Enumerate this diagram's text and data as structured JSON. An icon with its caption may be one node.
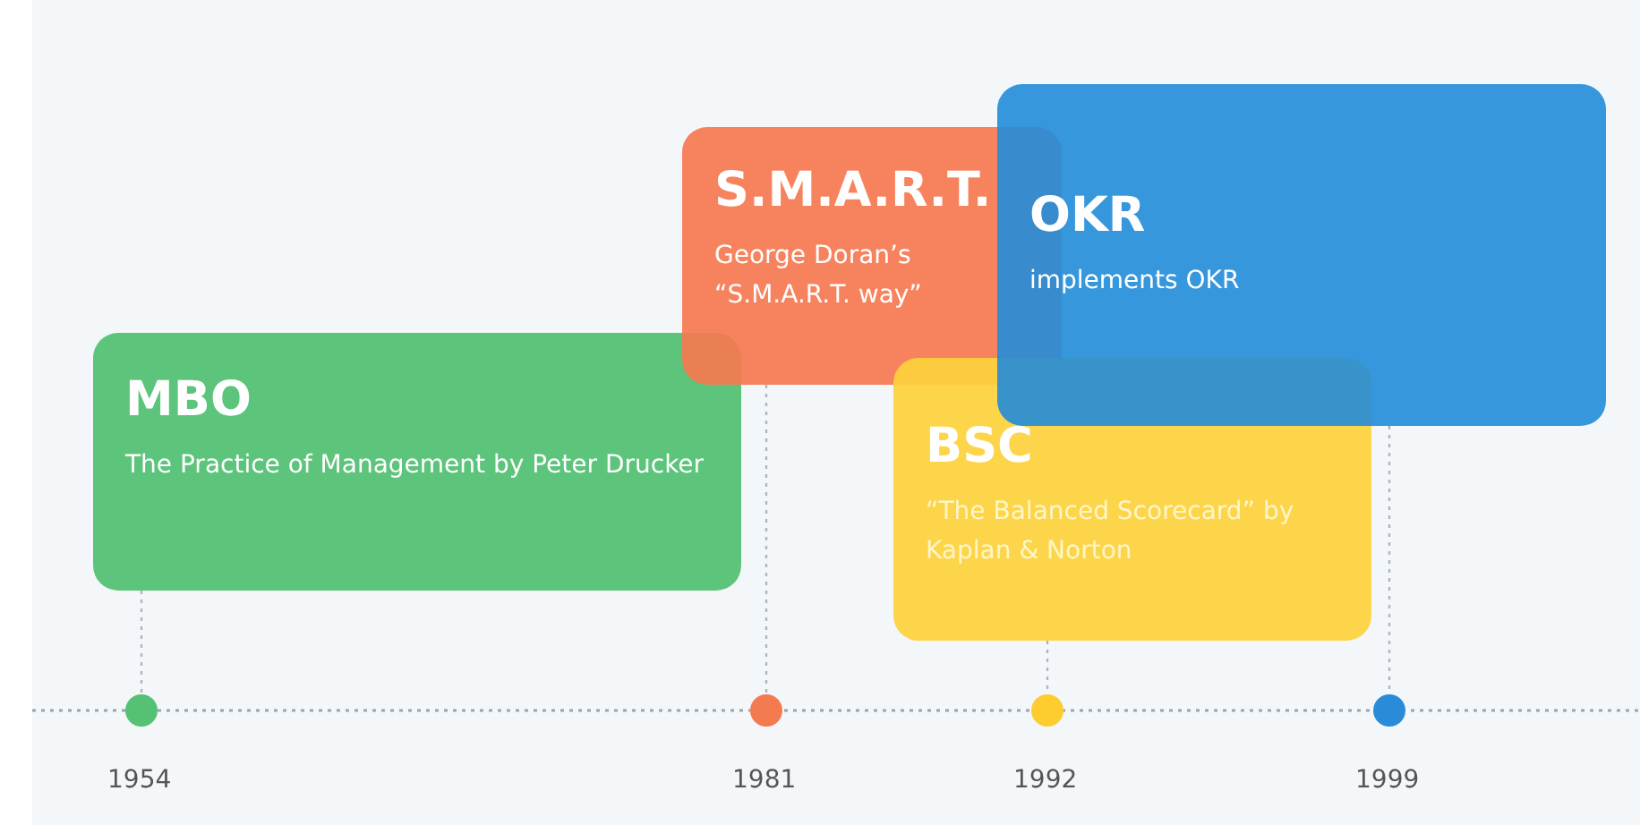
{
  "diagram": {
    "nodes": [
      {
        "text": [
          "MBO",
          "The Practice of Management by Peter Drucker"
        ]
      },
      {
        "text": [
          "S.M.A.R.T.",
          "George Doran’s “S.M.A.R.T. way”"
        ]
      },
      {
        "text": [
          "BSC",
          "“The Balanced Scorecard” by Kaplan & Norton"
        ]
      },
      {
        "text": [
          "OKR",
          "implements OKR"
        ]
      },
      {
        "text": [],
        "shape": "circle",
        "beside": [
          "1954"
        ]
      },
      {
        "text": [],
        "shape": "circle",
        "beside": [
          "1981"
        ]
      },
      {
        "text": [],
        "shape": "circle",
        "beside": [
          "1992"
        ]
      },
      {
        "text": [],
        "shape": "circle",
        "beside": [
          "1999"
        ]
      }
    ],
    "edges": [
      {
        "from": 0,
        "to": 4,
        "arrow": "none",
        "style": "dashed"
      },
      {
        "from": 1,
        "to": 5,
        "arrow": "none",
        "style": "dashed"
      },
      {
        "from": 2,
        "to": 6,
        "arrow": "none",
        "style": "dashed"
      },
      {
        "from": 3,
        "to": 7,
        "arrow": "none",
        "style": "dashed"
      }
    ]
  }
}
